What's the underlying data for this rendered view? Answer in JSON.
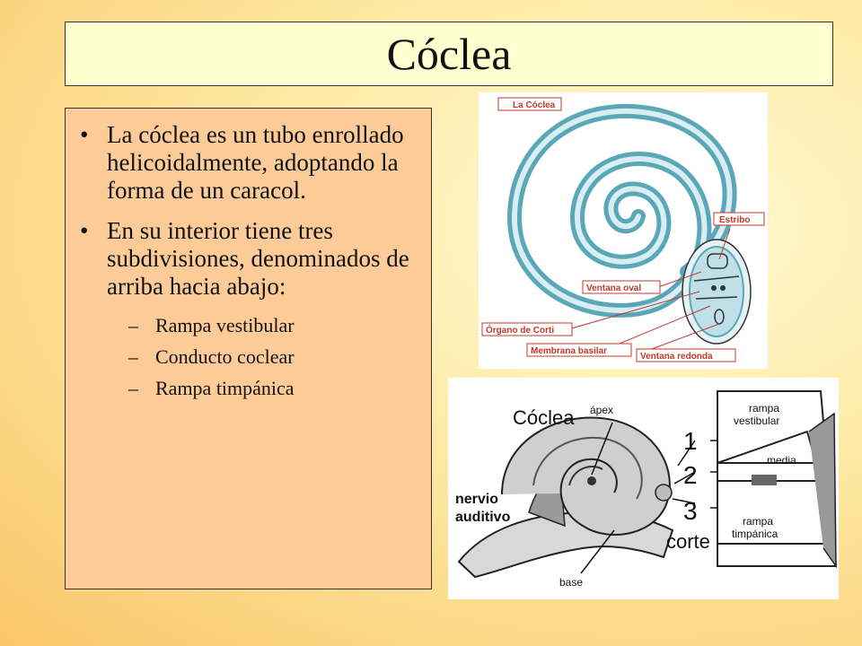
{
  "title": "Cóclea",
  "bullets": [
    "La cóclea es un tubo enrollado helicoidalmente, adoptando la forma de un caracol.",
    "En su interior tiene tres subdivisiones, denominados de arriba hacia abajo:"
  ],
  "subitems": [
    "Rampa vestibular",
    "Conducto coclear",
    "Rampa timpánica"
  ],
  "figure1": {
    "labels": {
      "la_coclea": "La Cóclea",
      "estribo": "Estribo",
      "ventana_oval": "Ventana oval",
      "organo_corti": "Órgano de Corti",
      "membrana_basilar": "Membrana basilar",
      "ventana_redonda": "Ventana redonda"
    },
    "colors": {
      "label": "#c0392b",
      "cochlea": "#5aa7b8"
    }
  },
  "figure2": {
    "labels": {
      "coclea": "Cóclea",
      "apex": "ápex",
      "nervio": "nervio",
      "auditivo": "auditivo",
      "n1": "1",
      "n2": "2",
      "n3": "3",
      "corte": "corte",
      "base": "base",
      "rampa_vest_1": "rampa",
      "rampa_vest_2": "vestibular",
      "media": "media",
      "rampa_timp_1": "rampa",
      "rampa_timp_2": "timpánica"
    }
  }
}
